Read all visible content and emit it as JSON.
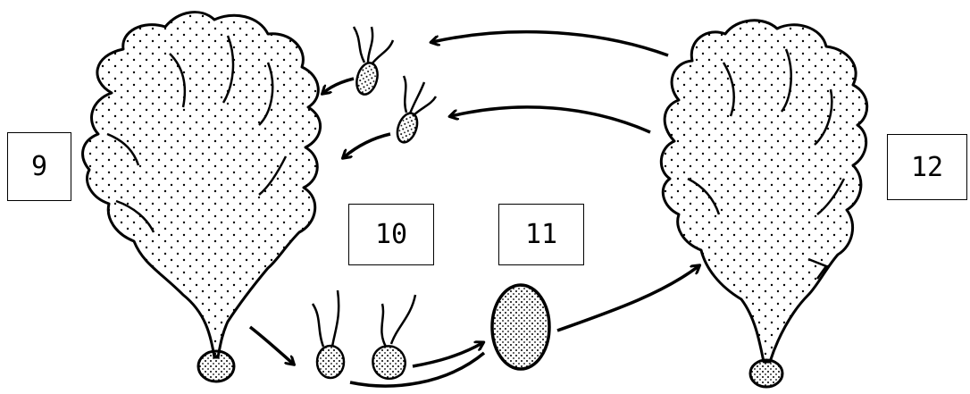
{
  "labels": {
    "box_9": "9",
    "box_10": "10",
    "box_11": "11",
    "box_12": "12"
  },
  "colors": {
    "ink": "#000000",
    "background": "#ffffff"
  }
}
